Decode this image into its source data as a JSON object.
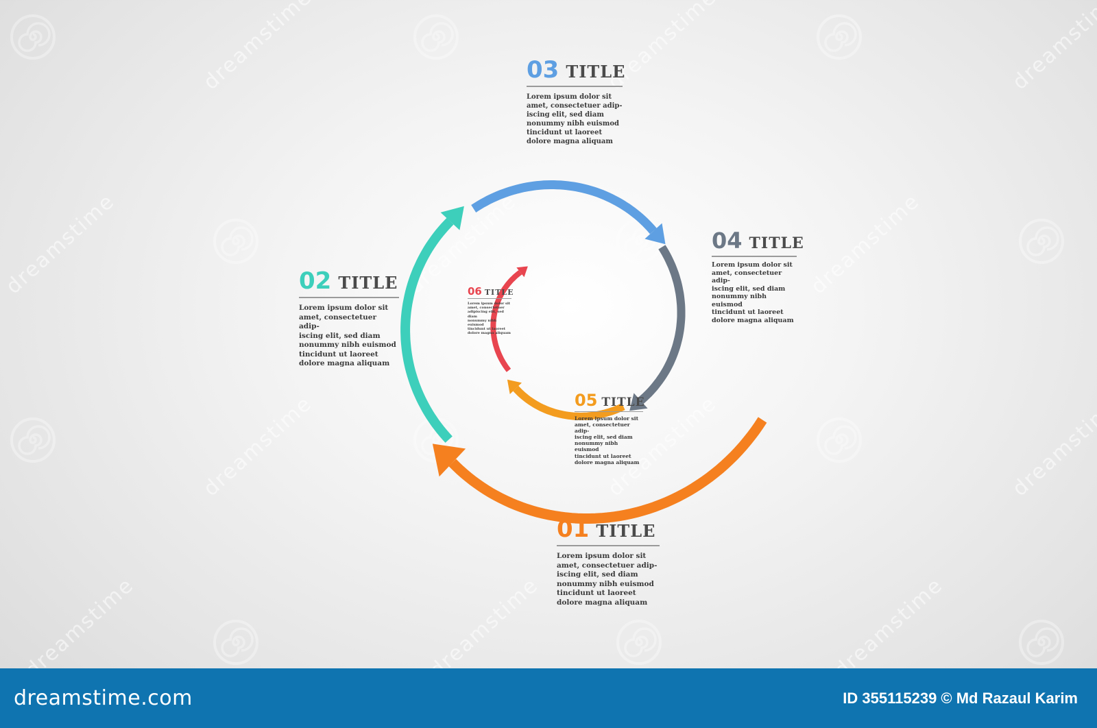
{
  "colors": {
    "step01": "#f5801f",
    "step02": "#3dcfbb",
    "step03": "#5e9fe2",
    "step04": "#6c7886",
    "step05": "#f39c1f",
    "step06": "#e8454f",
    "footer_bg": "#0f74b0"
  },
  "steps": [
    {
      "number": "01",
      "title": "TITLE",
      "body": "Lorem ipsum dolor sit\namet, consectetuer adip-\niscing elit, sed diam\nnonummy nibh euismod\ntincidunt ut laoreet\ndolore magna aliquam"
    },
    {
      "number": "02",
      "title": "TITLE",
      "body": "Lorem ipsum dolor sit\namet, consectetuer adip-\niscing elit, sed diam\nnonummy nibh euismod\ntincidunt ut laoreet\ndolore magna aliquam"
    },
    {
      "number": "03",
      "title": "TITLE",
      "body": "Lorem ipsum dolor sit\namet, consectetuer adip-\niscing elit, sed diam\nnonummy nibh euismod\ntincidunt ut laoreet\ndolore magna aliquam"
    },
    {
      "number": "04",
      "title": "TITLE",
      "body": "Lorem ipsum dolor sit\namet, consectetuer adip-\niscing elit, sed diam\nnonummy nibh euismod\ntincidunt ut laoreet\ndolore magna aliquam"
    },
    {
      "number": "05",
      "title": "TITLE",
      "body": "Lorem ipsum dolor sit\namet, consectetuer adip-\niscing elit, sed diam\nnonummy nibh euismod\ntincidunt ut laoreet\ndolore magna aliquam"
    },
    {
      "number": "06",
      "title": "TITLE",
      "body": "Lorem ipsum dolor sit\namet, consectetuer\nadipiscing elit, sed diam\nnonummy nibh euismod\ntincidunt ut laoreet\ndolore magna aliquam"
    }
  ],
  "watermark": {
    "text": "dreamstime"
  },
  "footer": {
    "brand": "dreamstime.com",
    "credit": "ID 355115239 © Md Razaul Karim"
  }
}
